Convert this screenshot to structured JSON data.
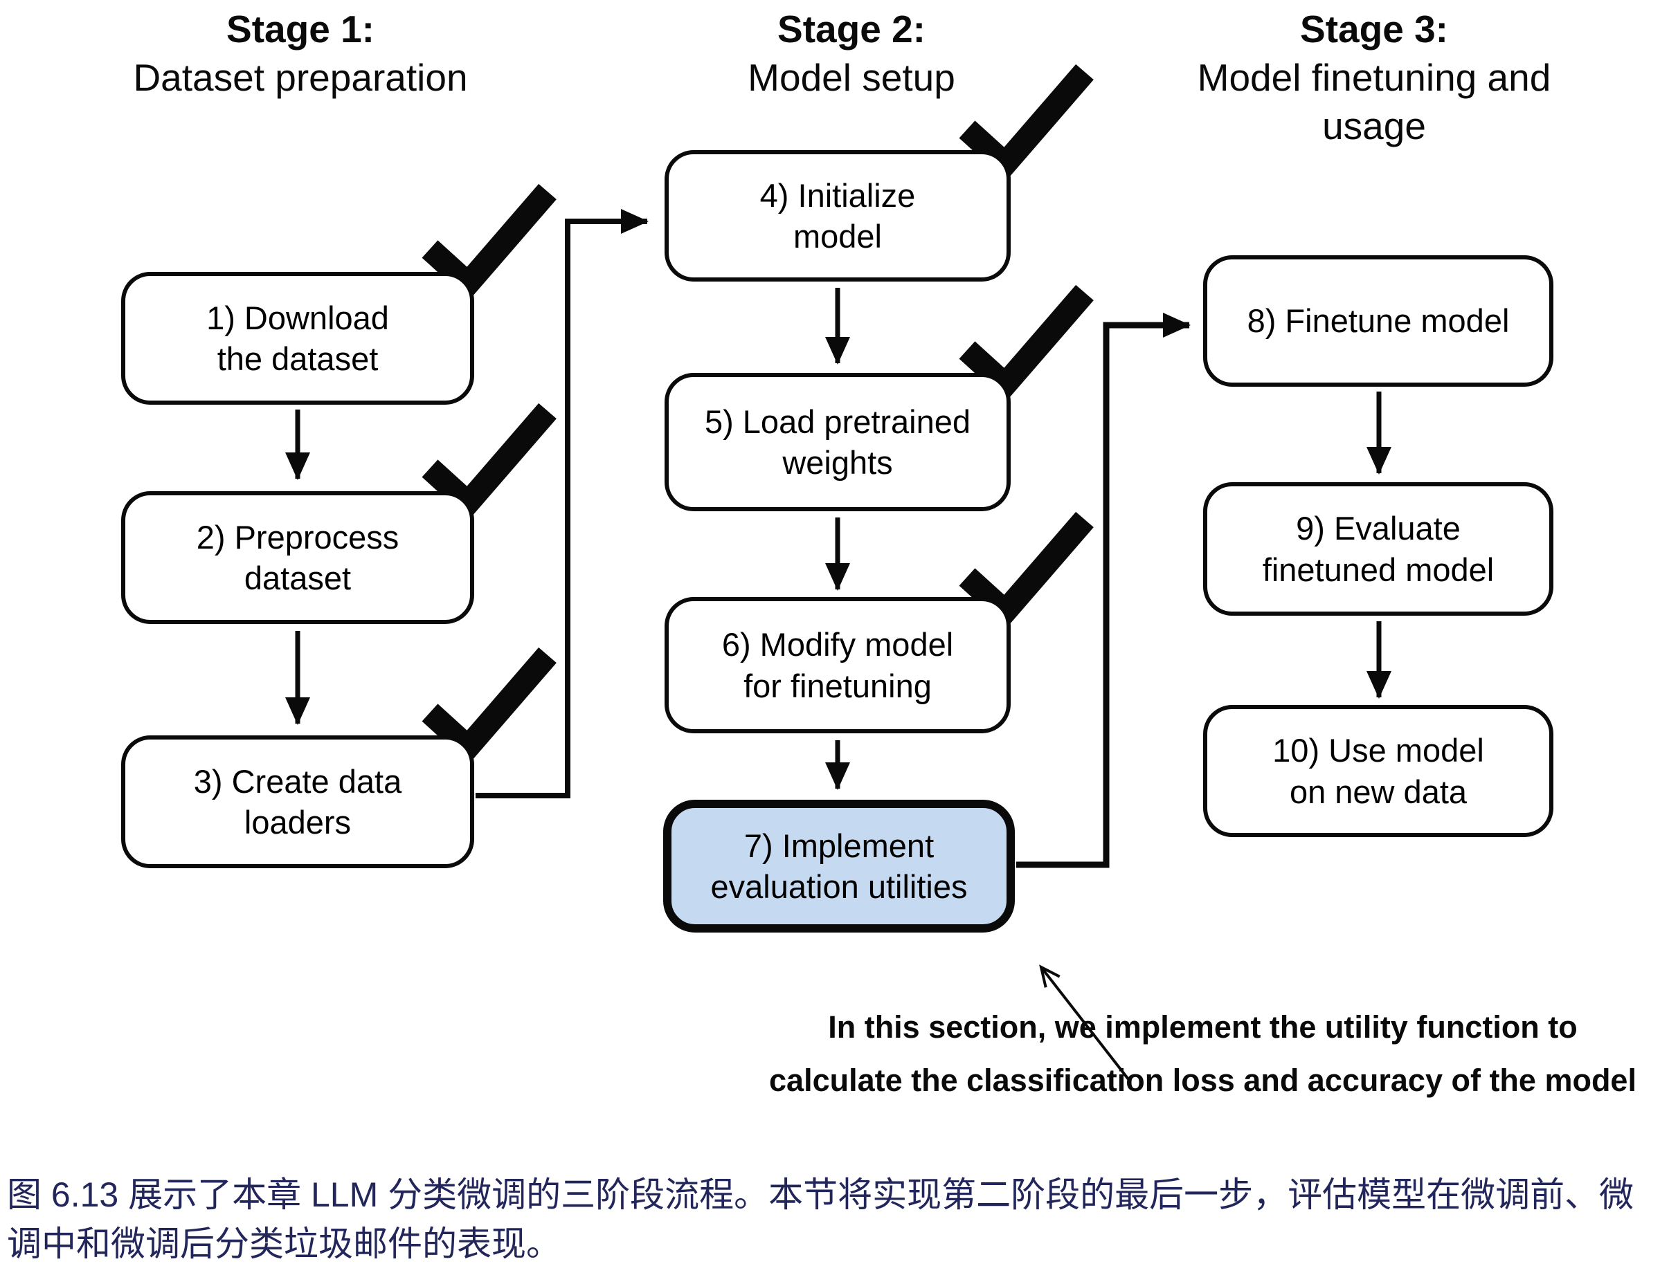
{
  "figure": {
    "stages": [
      {
        "label": "Stage 1:",
        "subtitle": "Dataset preparation"
      },
      {
        "label": "Stage 2:",
        "subtitle": "Model setup"
      },
      {
        "label": "Stage 3:",
        "subtitle": "Model finetuning and usage"
      }
    ],
    "boxes": [
      {
        "id": 1,
        "label": "1) Download\nthe dataset",
        "checked": true,
        "highlighted": false
      },
      {
        "id": 2,
        "label": "2) Preprocess\ndataset",
        "checked": true,
        "highlighted": false
      },
      {
        "id": 3,
        "label": "3) Create data\nloaders",
        "checked": true,
        "highlighted": false
      },
      {
        "id": 4,
        "label": "4) Initialize\nmodel",
        "checked": true,
        "highlighted": false
      },
      {
        "id": 5,
        "label": "5) Load pretrained\nweights",
        "checked": true,
        "highlighted": false
      },
      {
        "id": 6,
        "label": "6) Modify model\nfor finetuning",
        "checked": true,
        "highlighted": false
      },
      {
        "id": 7,
        "label": "7) Implement\nevaluation utilities",
        "checked": false,
        "highlighted": true
      },
      {
        "id": 8,
        "label": "8) Finetune model",
        "checked": false,
        "highlighted": false
      },
      {
        "id": 9,
        "label": "9) Evaluate\nfinetuned model",
        "checked": false,
        "highlighted": false
      },
      {
        "id": 10,
        "label": "10) Use model\non new data",
        "checked": false,
        "highlighted": false
      }
    ],
    "annotation": "In this section, we implement the utility function to\ncalculate the classification loss and accuracy of the model",
    "caption": "图 6.13 展示了本章 LLM 分类微调的三阶段流程。本节将实现第二阶段的最后一步，评估模型在微调前、微\n调中和微调后分类垃圾邮件的表现。",
    "colors": {
      "highlight_fill": "#c5d9f1",
      "line_black": "#0a0a0a",
      "caption_text": "#23265a"
    }
  }
}
